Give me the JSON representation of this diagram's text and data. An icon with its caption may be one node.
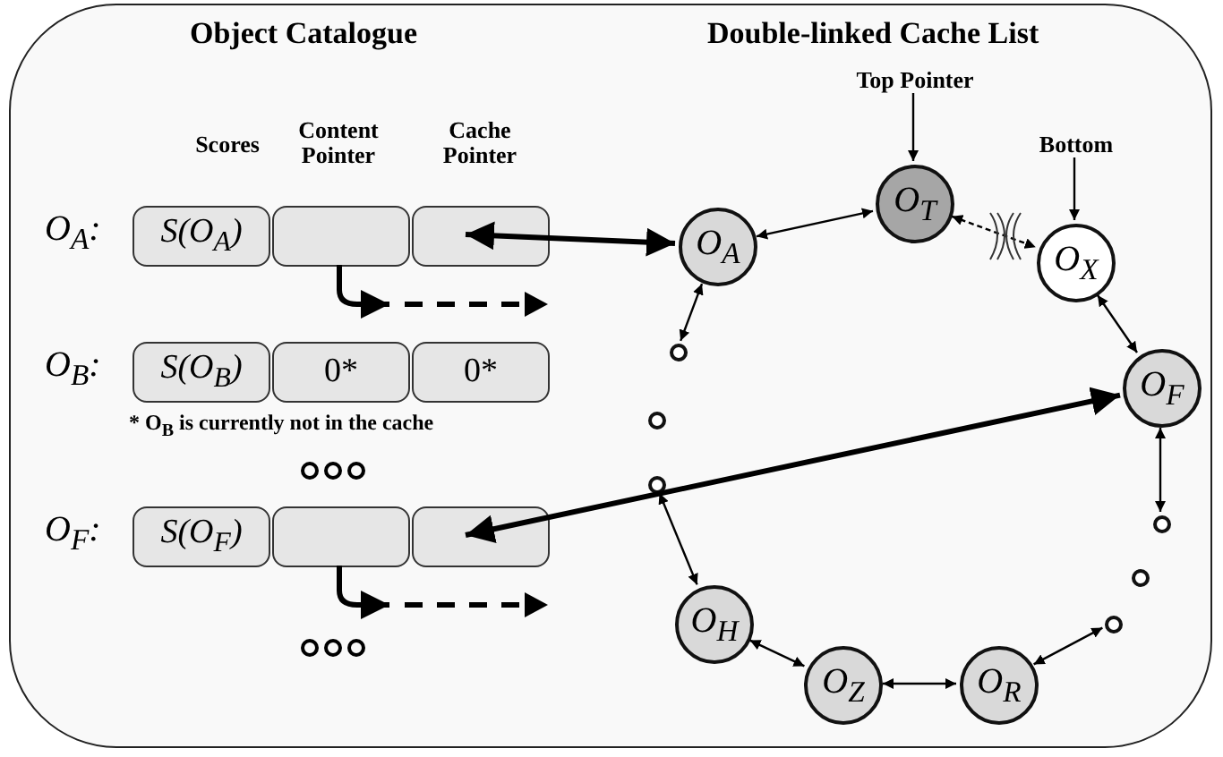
{
  "diagram": {
    "nodes": [
      {
        "text": [
          "Object Catalogue",
          "Double-linked Cache List"
        ]
      },
      {
        "text": [
          "S(O$_{A}$)"
        ],
        "in": 0
      },
      {
        "text": [],
        "shape": "box",
        "in": 0
      },
      {
        "text": [],
        "shape": "box",
        "in": 0
      },
      {
        "text": [
          "S(O$_{B}$)"
        ],
        "in": 0
      },
      {
        "text": [
          "0*"
        ],
        "in": 0
      },
      {
        "text": [
          "0*"
        ],
        "in": 0
      },
      {
        "text": [
          "S(O$_{F}$)"
        ],
        "in": 0
      },
      {
        "text": [],
        "shape": "box",
        "in": 0
      },
      {
        "text": [],
        "shape": "box",
        "in": 0
      },
      {
        "text": [
          "O$_{A}$"
        ],
        "in": 0
      },
      {
        "text": [
          "O$_{T}$"
        ],
        "in": 0
      },
      {
        "text": [
          "O$_{X}$"
        ],
        "in": 0
      },
      {
        "text": [
          "O$_{F}$"
        ],
        "in": 0
      },
      {
        "text": [
          "O$_{R}$"
        ],
        "in": 0
      },
      {
        "text": [
          "O$_{Z}$"
        ],
        "in": 0
      },
      {
        "text": [
          "O$_{H}$"
        ],
        "in": 0
      },
      {
        "text": [
          "Top Pointer"
        ],
        "in": 0
      },
      {
        "text": [
          "Bottom"
        ],
        "in": 0
      },
      {
        "text": [],
        "shape": "circle",
        "in": 0
      },
      {
        "text": [],
        "shape": "circle",
        "in": 0
      },
      {
        "text": [],
        "shape": "circle",
        "in": 0
      },
      {
        "text": [],
        "shape": "circle",
        "in": 0
      },
      {
        "text": [],
        "shape": "circle",
        "in": 0
      },
      {
        "text": [],
        "shape": "circle",
        "in": 0
      }
    ],
    "edges": [
      {
        "from": 10,
        "to": 3,
        "arrow": "both",
        "style": "thick"
      },
      {
        "from": 2,
        "to": null,
        "arrow": "to",
        "style": "thick"
      },
      {
        "from": 13,
        "to": 9,
        "arrow": "both",
        "style": "thick"
      },
      {
        "from": 8,
        "to": null,
        "arrow": "to",
        "style": "thick"
      },
      {
        "from": 10,
        "to": 11,
        "arrow": "both"
      },
      {
        "from": 11,
        "to": 12,
        "arrow": "both",
        "style": "dashed"
      },
      {
        "from": 12,
        "to": 13,
        "arrow": "both"
      },
      {
        "from": 13,
        "to": 22,
        "arrow": "both"
      },
      {
        "from": 24,
        "to": 14,
        "arrow": "both"
      },
      {
        "from": 14,
        "to": 15,
        "arrow": "both"
      },
      {
        "from": 15,
        "to": 16,
        "arrow": "both"
      },
      {
        "from": 16,
        "to": 21,
        "arrow": "both"
      },
      {
        "from": 19,
        "to": 10,
        "arrow": "both"
      },
      {
        "from": 17,
        "to": 11,
        "arrow": "to"
      },
      {
        "from": 18,
        "to": 12,
        "arrow": "to"
      }
    ],
    "labels": [
      "Scores",
      "Content Pointer",
      "Cache Pointer",
      "O$_{A}$:",
      "O$_{B}$:",
      "* O$_{B}$ is currently not in the cache",
      "O$_{F}$:"
    ]
  }
}
